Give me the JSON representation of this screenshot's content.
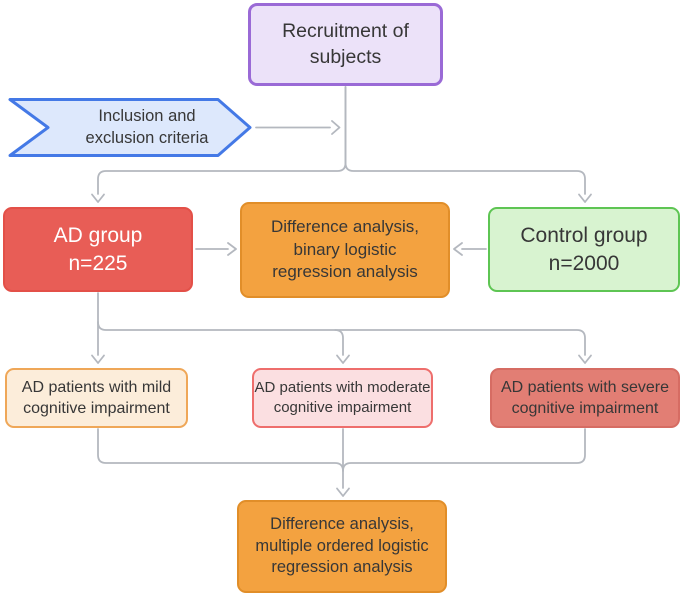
{
  "diagram": {
    "type": "flowchart",
    "background": "#ffffff",
    "connector_color": "#b4b8bf",
    "nodes": [
      {
        "id": "recruitment",
        "shape": "rounded-rect",
        "label": "Recruitment of\nsubjects",
        "fill": "#ece2f9",
        "border": "#9a6ad6",
        "text_color": "#373737"
      },
      {
        "id": "criteria-banner",
        "shape": "right-arrow-banner",
        "label": "Inclusion and\nexclusion criteria",
        "fill": "#dde8fc",
        "border": "#4479e6",
        "text_color": "#373737"
      },
      {
        "id": "ad-group",
        "shape": "rounded-rect",
        "label": "AD group\nn=225",
        "fill": "#e85d56",
        "border": "#e35048",
        "text_color": "#ffffff"
      },
      {
        "id": "binary-analysis",
        "shape": "rounded-rect",
        "label": "Difference analysis,\nbinary logistic\nregression analysis",
        "fill": "#f3a240",
        "border": "#e18e29",
        "text_color": "#373737"
      },
      {
        "id": "control-group",
        "shape": "rounded-rect",
        "label": "Control group\nn=2000",
        "fill": "#d8f3d0",
        "border": "#5ec553",
        "text_color": "#373737"
      },
      {
        "id": "mild-group",
        "shape": "rounded-rect",
        "label": "AD patients with mild\ncognitive impairment",
        "fill": "#fcedda",
        "border": "#efa758",
        "text_color": "#373737"
      },
      {
        "id": "moderate-group",
        "shape": "rounded-rect",
        "label": "AD patients with moderate\ncognitive impairment",
        "fill": "#fbdfe1",
        "border": "#ee6e6c",
        "text_color": "#373737"
      },
      {
        "id": "severe-group",
        "shape": "rounded-rect",
        "label": "AD patients with severe\ncognitive impairment",
        "fill": "#e27e74",
        "border": "#d66c63",
        "text_color": "#373737"
      },
      {
        "id": "ordered-analysis",
        "shape": "rounded-rect",
        "label": "Difference analysis,\nmultiple ordered logistic\nregression analysis",
        "fill": "#f3a240",
        "border": "#e18e29",
        "text_color": "#373737"
      }
    ],
    "edges": [
      {
        "from": "criteria-banner",
        "to": "recruitment-flow"
      },
      {
        "from": "recruitment",
        "to": "ad-group"
      },
      {
        "from": "recruitment",
        "to": "control-group"
      },
      {
        "from": "ad-group",
        "to": "binary-analysis"
      },
      {
        "from": "control-group",
        "to": "binary-analysis"
      },
      {
        "from": "ad-group",
        "to": "mild-group"
      },
      {
        "from": "ad-group",
        "to": "moderate-group"
      },
      {
        "from": "ad-group",
        "to": "severe-group"
      },
      {
        "from": "mild-group",
        "to": "ordered-analysis"
      },
      {
        "from": "moderate-group",
        "to": "ordered-analysis"
      },
      {
        "from": "severe-group",
        "to": "ordered-analysis"
      }
    ]
  }
}
